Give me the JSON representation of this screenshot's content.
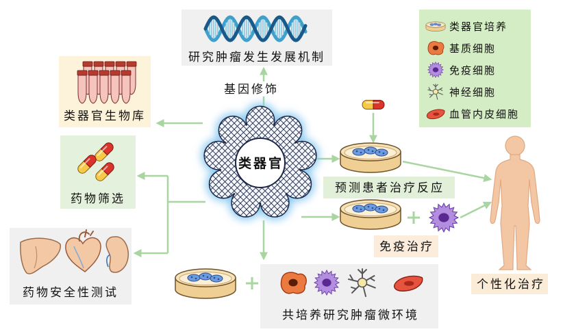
{
  "diagram": {
    "center": {
      "label": "类器官"
    },
    "tumor_mechanism": {
      "label": "研究肿瘤发生发展机制",
      "edge_label": "基因修饰",
      "icon": "dna-helix-icon"
    },
    "biobank": {
      "label": "类器官生物库",
      "icon": "test-tubes-icon"
    },
    "drug_screening": {
      "label": "药物筛选",
      "icon": "capsules-icon"
    },
    "drug_safety": {
      "label": "药物安全性测试",
      "icon": "organs-icon"
    },
    "treatment_prediction": {
      "label": "预测患者治疗反应",
      "icon": "organoid-dish-icon"
    },
    "immunotherapy": {
      "label": "免疫治疗",
      "icon": "immune-cell-icon"
    },
    "personalized_treatment": {
      "label": "个性化治疗",
      "icon": "human-body-icon"
    },
    "coculture": {
      "label": "共培养研究肿瘤微环境"
    },
    "legend": [
      {
        "label": "类器官培养",
        "icon": "organoid-dish-icon"
      },
      {
        "label": "基质细胞",
        "icon": "stromal-cell-icon"
      },
      {
        "label": "免疫细胞",
        "icon": "immune-cell-icon"
      },
      {
        "label": "神经细胞",
        "icon": "neuron-icon"
      },
      {
        "label": "血管内皮细胞",
        "icon": "endothelial-cell-icon"
      }
    ]
  },
  "colors": {
    "arrow": "#a8d5a0",
    "organoid_outline": "#1d2747",
    "organoid_glow": "#8ccaf0",
    "legend_bg": "#d5edc4"
  }
}
